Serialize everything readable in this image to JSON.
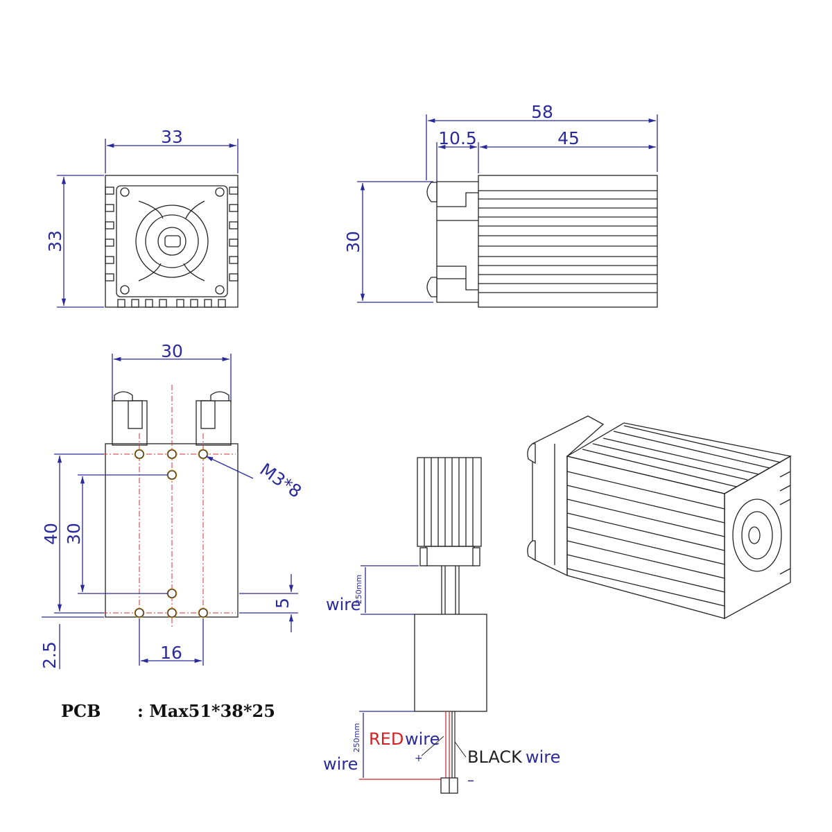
{
  "front_view": {
    "width": "33",
    "height": "33"
  },
  "side_view": {
    "total_length": "58",
    "front_length": "10.5",
    "body_length": "45",
    "height": "30"
  },
  "bottom_view": {
    "width": "30",
    "hole_label": "M3*8",
    "outer_height": "40",
    "inner_height": "30",
    "offset_bottom": "5",
    "offset_edge": "2.5",
    "hole_spacing": "16"
  },
  "pcb_note": {
    "label": "PCB",
    "value": ": Max51*38*25"
  },
  "wiring": {
    "upper_wire_label": "wire",
    "upper_length": "250mm",
    "lower_wire_label": "wire",
    "lower_length": "250mm",
    "red_label": "RED",
    "red_wire_label": "wire",
    "black_label": "BLACK",
    "black_wire_label": "wire",
    "plus_sign": "+",
    "minus_sign": "–"
  },
  "colors": {
    "dimension": "#2a2a9a",
    "centerline": "#d23030",
    "red_wire": "#d22020"
  }
}
